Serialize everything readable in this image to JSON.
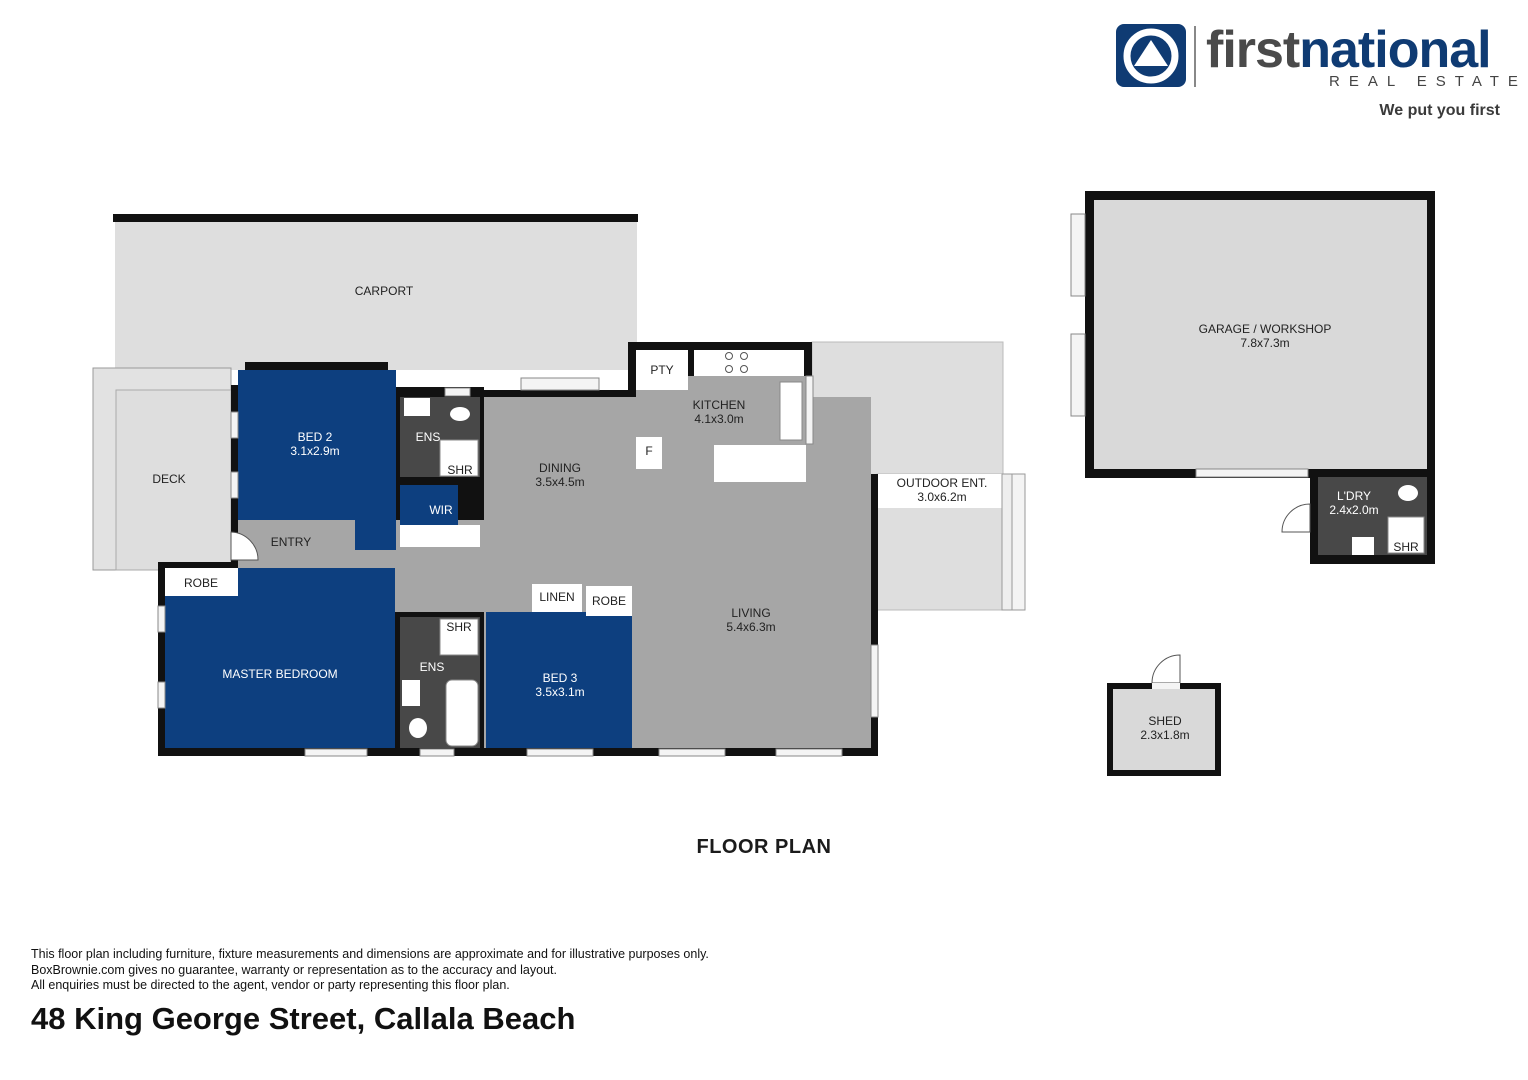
{
  "brand": {
    "name_part1": "first",
    "name_part2": "national",
    "sub": "REAL ESTATE",
    "tagline": "We put you first",
    "colors": {
      "blue": "#0f3b73",
      "gray": "#4a4a4a"
    }
  },
  "rooms": {
    "carport": {
      "name": "CARPORT"
    },
    "deck": {
      "name": "DECK"
    },
    "bed2": {
      "name": "BED 2",
      "dims": "3.1x2.9m"
    },
    "ens_top": {
      "name": "ENS"
    },
    "shr_top": {
      "name": "SHR"
    },
    "wir": {
      "name": "WIR"
    },
    "entry": {
      "name": "ENTRY"
    },
    "dining": {
      "name": "DINING",
      "dims": "3.5x4.5m"
    },
    "pty": {
      "name": "PTY"
    },
    "fridge": {
      "name": "F"
    },
    "kitchen": {
      "name": "KITCHEN",
      "dims": "4.1x3.0m"
    },
    "outdoor": {
      "name": "OUTDOOR ENT.",
      "dims": "3.0x6.2m"
    },
    "robe_master": {
      "name": "ROBE"
    },
    "master": {
      "name": "MASTER BEDROOM"
    },
    "shr_bottom": {
      "name": "SHR"
    },
    "ens_bottom": {
      "name": "ENS"
    },
    "linen": {
      "name": "LINEN"
    },
    "robe_bed3": {
      "name": "ROBE"
    },
    "bed3": {
      "name": "BED 3",
      "dims": "3.5x3.1m"
    },
    "living": {
      "name": "LIVING",
      "dims": "5.4x6.3m"
    },
    "garage": {
      "name": "GARAGE / WORKSHOP",
      "dims": "7.8x7.3m"
    },
    "laundry": {
      "name": "L'DRY",
      "dims": "2.4x2.0m"
    },
    "shr_laundry": {
      "name": "SHR"
    },
    "shed": {
      "name": "SHED",
      "dims": "2.3x1.8m"
    }
  },
  "plan_title": "FLOOR PLAN",
  "disclaimer": [
    "This floor plan including furniture, fixture measurements and dimensions are approximate and for illustrative purposes only.",
    "BoxBrownie.com gives no guarantee, warranty or representation as to the accuracy and layout.",
    "All enquiries must be directed to the agent, vendor or party representing this floor plan."
  ],
  "address": "48 King George Street, Callala Beach",
  "colors": {
    "bedroom": "#0d3f7f",
    "living": "#a6a6a6",
    "wet": "#484848",
    "outdoor": "#dedede",
    "garage": "#d9d9d9",
    "wall": "#111111"
  }
}
